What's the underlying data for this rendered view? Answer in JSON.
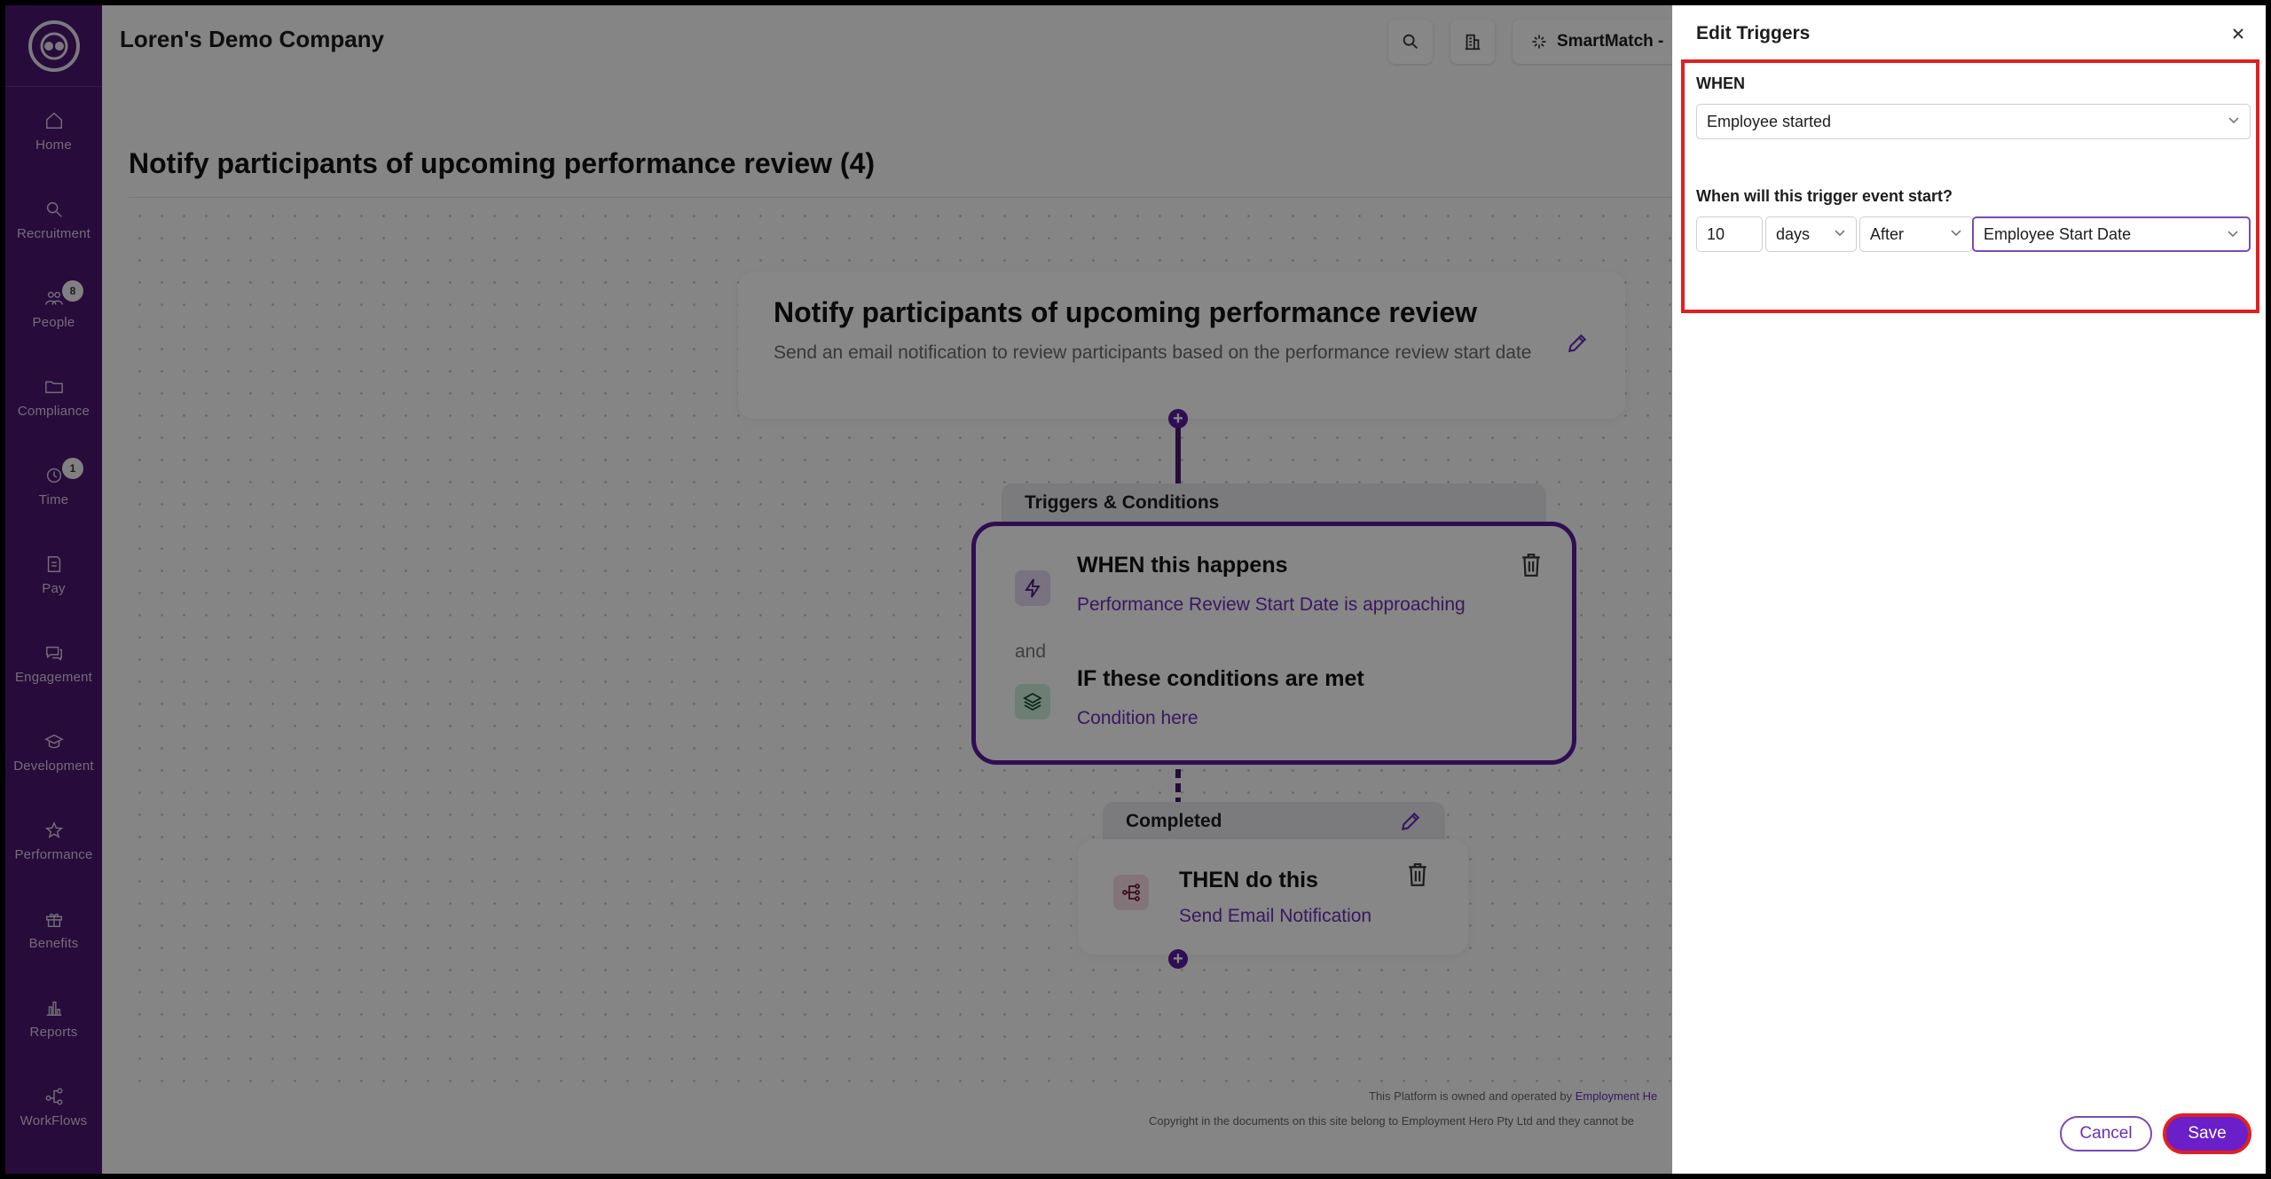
{
  "app": {
    "company": "Loren's Demo Company",
    "smartmatch_label": "SmartMatch -"
  },
  "sidebar": {
    "items": [
      {
        "label": "Home",
        "icon": "home-icon"
      },
      {
        "label": "Recruitment",
        "icon": "magnifier-icon"
      },
      {
        "label": "People",
        "icon": "people-icon",
        "badge": "8"
      },
      {
        "label": "Compliance",
        "icon": "folder-icon"
      },
      {
        "label": "Time",
        "icon": "clock-icon",
        "badge": "1"
      },
      {
        "label": "Pay",
        "icon": "payslip-icon"
      },
      {
        "label": "Engagement",
        "icon": "chat-icon"
      },
      {
        "label": "Development",
        "icon": "graduation-cap-icon"
      },
      {
        "label": "Performance",
        "icon": "star-icon"
      },
      {
        "label": "Benefits",
        "icon": "gift-icon"
      },
      {
        "label": "Reports",
        "icon": "bar-chart-icon"
      },
      {
        "label": "WorkFlows",
        "icon": "workflow-icon"
      }
    ]
  },
  "main": {
    "page_title": "Notify participants of upcoming performance review (4)",
    "summary": {
      "title": "Notify participants of upcoming performance review",
      "description": "Send an email notification to review participants based on the performance review start date"
    },
    "triggers": {
      "header": "Triggers & Conditions",
      "when_head": "WHEN this happens",
      "when_link": "Performance Review Start Date is approaching",
      "and": "and",
      "if_head": "IF these conditions are met",
      "if_link": "Condition here"
    },
    "completed": {
      "header": "Completed",
      "then_head": "THEN do this",
      "then_link": "Send Email Notification"
    },
    "footer": {
      "line1": "This Platform is owned and operated by",
      "line1_link": "Employment He",
      "line2": "Copyright in the documents on this site belong to Employment Hero Pty Ltd and they cannot be"
    }
  },
  "drawer": {
    "title": "Edit Triggers",
    "when_label": "WHEN",
    "when_value": "Employee started",
    "start_label": "When will this trigger event start?",
    "amount": "10",
    "unit": "days",
    "relation": "After",
    "reference": "Employee Start Date",
    "cancel": "Cancel",
    "save": "Save"
  },
  "colors": {
    "sidebar": "#4b1670",
    "accent": "#6a1fc9",
    "highlight": "#e02020"
  }
}
